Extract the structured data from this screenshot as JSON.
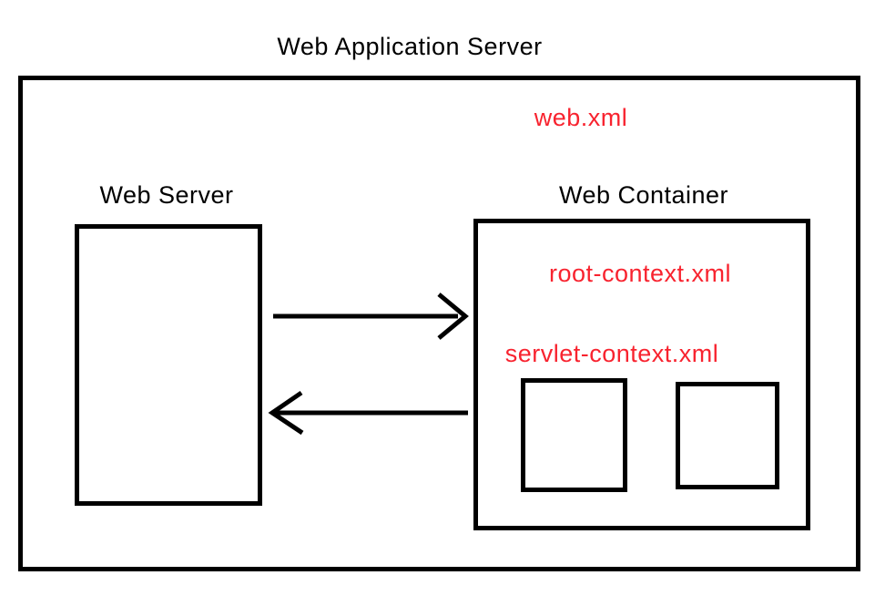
{
  "diagram": {
    "title": "Web Application Server",
    "outer_box": {
      "web_xml_label": "web.xml"
    },
    "web_server": {
      "label": "Web Server"
    },
    "web_container": {
      "label": "Web Container",
      "root_context_label": "root-context.xml",
      "servlet_context_label": "servlet-context.xml",
      "inner_squares_count": 2
    },
    "arrows": [
      {
        "name": "request-arrow",
        "direction": "right",
        "from": "Web Server",
        "to": "Web Container"
      },
      {
        "name": "response-arrow",
        "direction": "left",
        "from": "Web Container",
        "to": "Web Server"
      }
    ]
  },
  "colors": {
    "accent_red": "#f8232f",
    "line_black": "#000000",
    "background": "#ffffff"
  }
}
